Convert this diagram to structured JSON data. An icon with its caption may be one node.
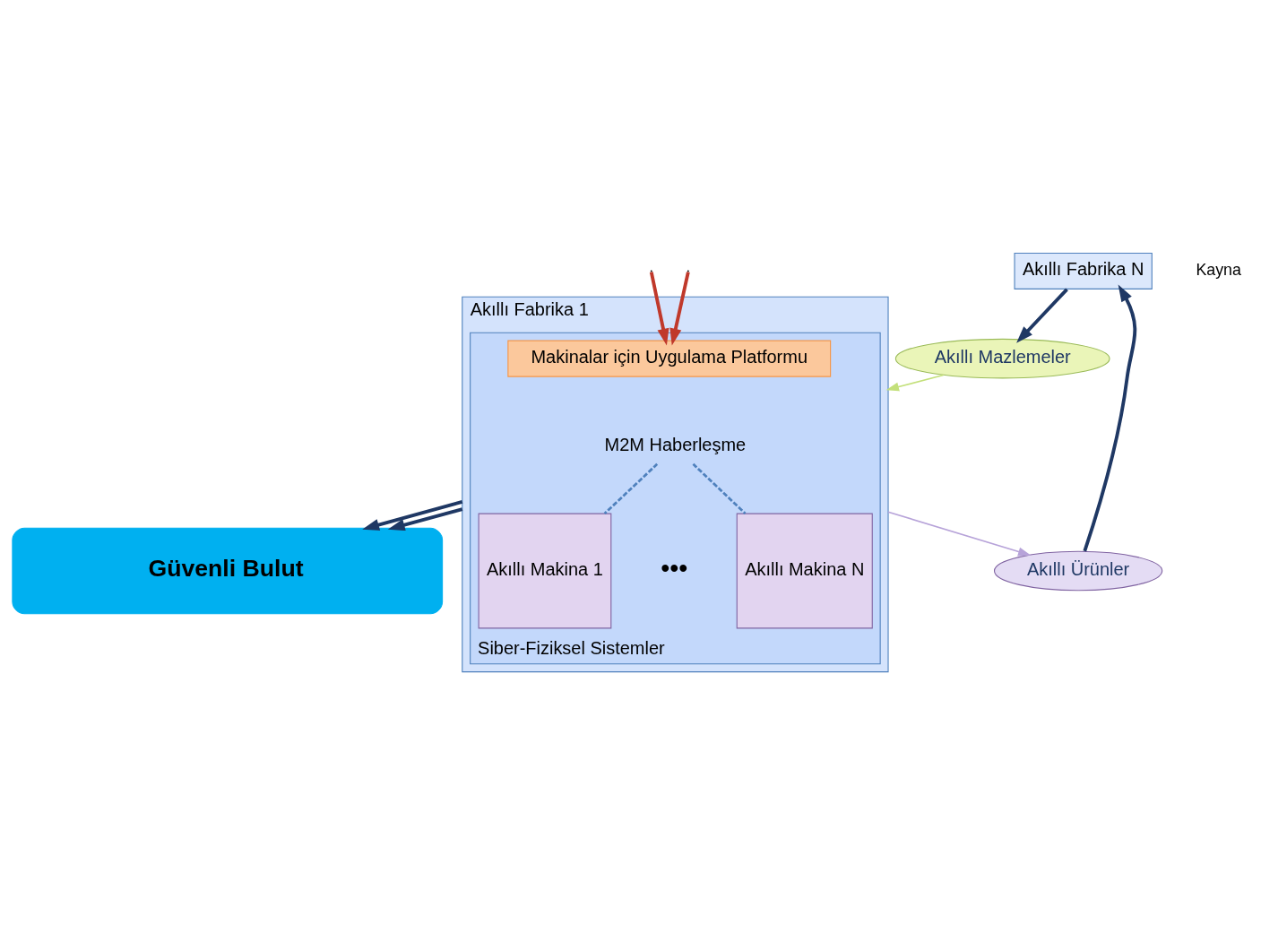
{
  "diagram": {
    "nodes": [
      {
        "text": [
          "Akıllı Fabrika N"
        ]
      },
      {
        "text": [
          "Akıllı Fabrika 1"
        ]
      },
      {
        "text": [
          "Siber-Fiziksel Sistemler"
        ],
        "in": 1
      },
      {
        "text": [
          "M2M Haberleşme"
        ],
        "in": 2
      },
      {
        "text": [
          "Akıllı Makina 1"
        ],
        "in": 2
      },
      {
        "text": [
          "Akıllı Makina N"
        ],
        "in": 2
      },
      {
        "text": [
          "Makinalar için Uygulama Platformu"
        ],
        "in": 2
      },
      {
        "text": [
          "Akıllı Mazlemeler"
        ]
      },
      {
        "text": [
          "Akıllı Ürünler"
        ]
      },
      {
        "text": [
          "Güvenli Bulut"
        ]
      }
    ],
    "edges": [
      {
        "from": 0,
        "to": 7,
        "arrow": "to"
      },
      {
        "from": 8,
        "to": 0,
        "arrow": "to"
      },
      {
        "from": 7,
        "to": 1,
        "arrow": "to",
        "color": "#c3e07a"
      },
      {
        "from": 1,
        "to": 8,
        "arrow": "to",
        "color": "#b7a3d9"
      },
      {
        "from": 3,
        "to": 4,
        "arrow": "none",
        "style": "dashed",
        "color": "#4f81bd"
      },
      {
        "from": 3,
        "to": 5,
        "arrow": "none",
        "style": "dashed",
        "color": "#4f81bd"
      },
      {
        "from": null,
        "to": 6,
        "arrow": "to",
        "color": "#c0392b"
      },
      {
        "from": null,
        "to": 6,
        "arrow": "to",
        "color": "#c0392b"
      },
      {
        "from": 1,
        "to": 9,
        "arrow": "to"
      },
      {
        "from": 1,
        "to": 9,
        "arrow": "to"
      }
    ],
    "labels": [
      "•••",
      "Kayna"
    ]
  }
}
